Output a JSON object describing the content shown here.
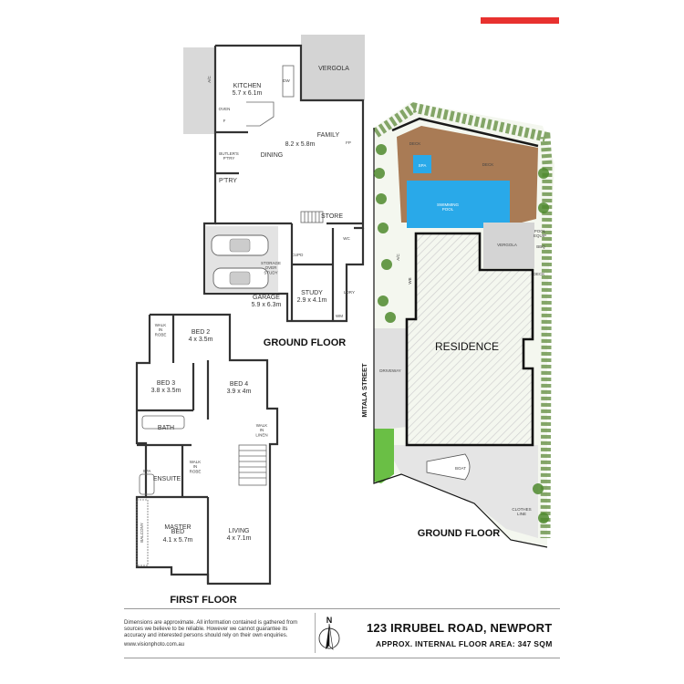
{
  "brand_color": "#e8312f",
  "pool_color": "#29a9e9",
  "deck_color": "#a97b55",
  "lawn_color": "#6abf45",
  "residence_outline_color": "#111111",
  "ground_floor": {
    "heading": "GROUND FLOOR",
    "kitchen": {
      "label": "KITCHEN",
      "dims": "5.7 x 6.1m"
    },
    "vergola": "VERGOLA",
    "family": {
      "label": "FAMILY",
      "dims": "8.2 x 5.8m"
    },
    "dining": "DINING",
    "butlers": "BUTLER'S\nP'TRY",
    "ptry": "P'TRY",
    "store": "STORE",
    "wc": "WC",
    "garage": {
      "label": "GARAGE",
      "dims": "5.9 x 6.3m"
    },
    "storage": "STORAGE\nOVER\nSTUDY",
    "study": {
      "label": "STUDY",
      "dims": "2.9 x 4.1m"
    },
    "ldry": "LDRY",
    "ac": "A/C",
    "oven": "OVEN",
    "fp": "FP",
    "dw": "DW",
    "cupd": "CUPD",
    "f": "F",
    "wm": "WM"
  },
  "first_floor": {
    "heading": "FIRST FLOOR",
    "bed2": {
      "label": "BED 2",
      "dims": "4 x 3.5m"
    },
    "bed3": {
      "label": "BED 3",
      "dims": "3.8 x 3.5m"
    },
    "bed4": {
      "label": "BED 4",
      "dims": "3.9 x 4m"
    },
    "bath": "BATH",
    "ensuite": "ENSUITE",
    "walk_in_robe": "WALK\nIN\nROBE",
    "spa": "SPA",
    "balcony": "BALCONY",
    "master": {
      "label": "MASTER\nBED",
      "dims": "4.1 x 5.7m"
    },
    "living": {
      "label": "LIVING",
      "dims": "4 x 7.1m"
    },
    "walk_in_robe_small": "WALK\nIN\nROBE",
    "walk_in_linen": "WALK\nIN\nLINEN"
  },
  "site": {
    "heading": "GROUND FLOOR",
    "residence": "RESIDENCE",
    "street": "MITALA STREET",
    "driveway": "DRIVEWAY",
    "boat": "BOAT",
    "clothes_line": "CLOTHES\nLINE",
    "vergola": "VERGOLA",
    "swimming_pool": "SWIMMING\nPOOL",
    "spa": "SPA",
    "deck_top": "DECK",
    "deck_right": "DECK",
    "deck_side": "DECK",
    "bbq": "BBQ",
    "pool_equip": "POOL\nEQUIP",
    "ac": "A/C",
    "wb": "WB"
  },
  "footer": {
    "disclaimer": "Dimensions are approximate. All information contained is gathered from sources we believe to be reliable. However we cannot guarantee its accuracy and interested persons should rely on their own enquiries.",
    "url": "www.visionphoto.com.au",
    "address": "123 IRRUBEL ROAD, NEWPORT",
    "area": "APPROX. INTERNAL FLOOR AREA: 347 SQM",
    "north": "N"
  }
}
